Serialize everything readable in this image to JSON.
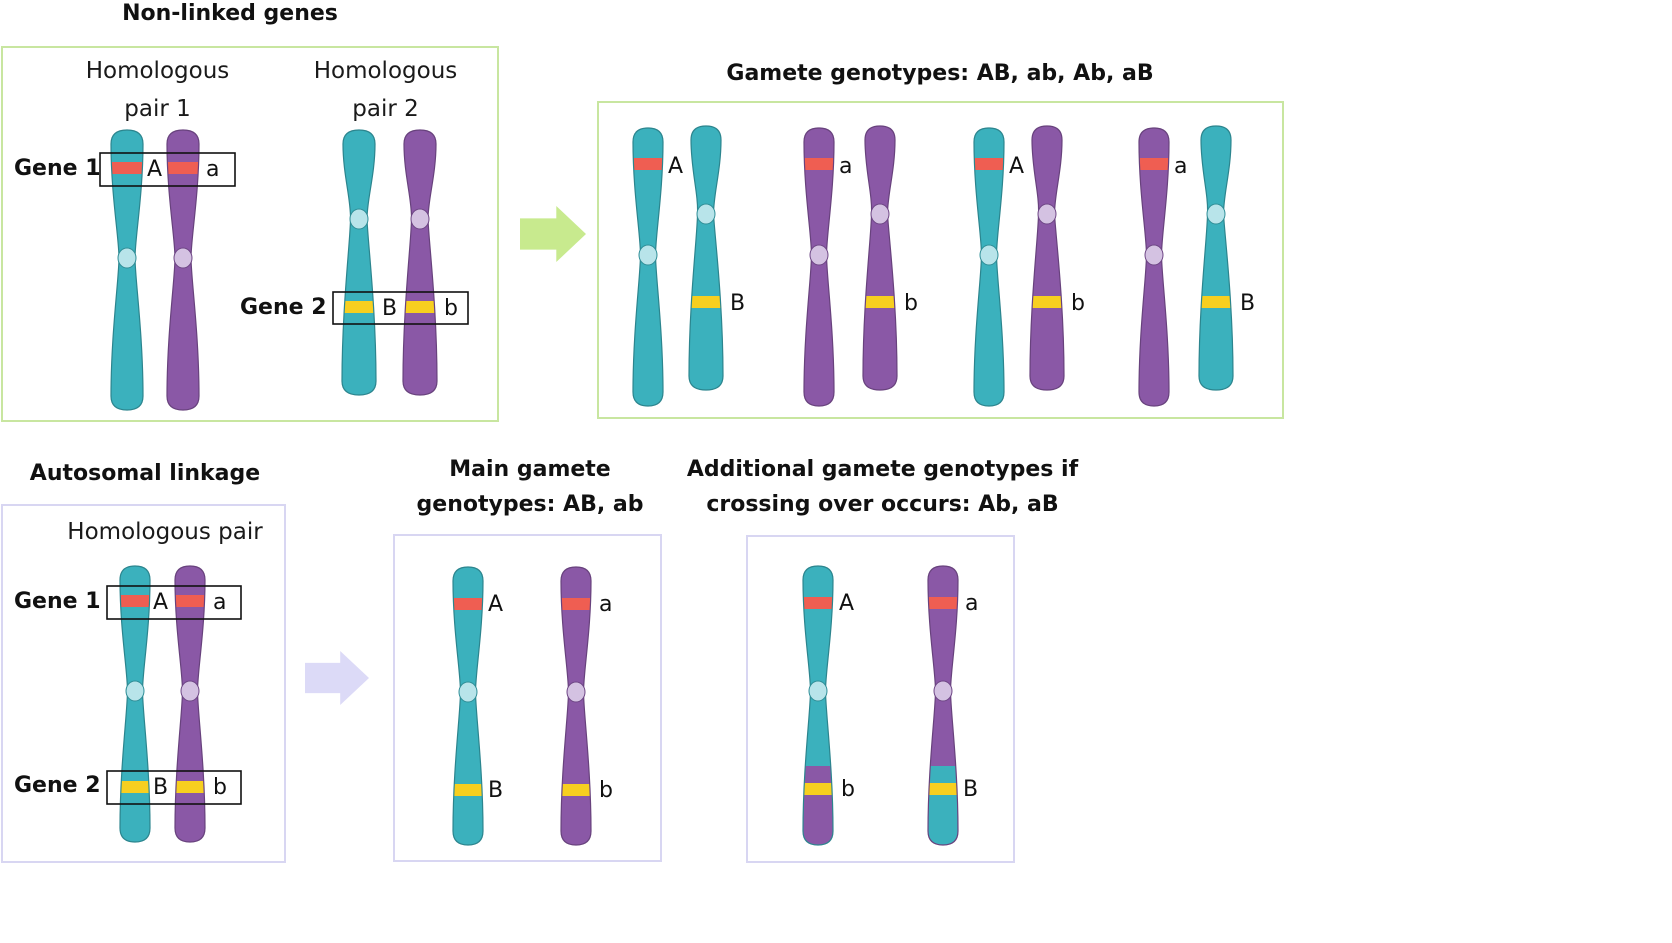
{
  "colors": {
    "teal": "#3bb1bd",
    "purple": "#8a58a6",
    "gene1_band": "#ef5e52",
    "gene2_band": "#f7cf20",
    "green_border": "#c8e6a0",
    "lavender_border": "#d8d6f2",
    "green_arrow": "#c8ea8e",
    "lavender_arrow": "#dcdaf7"
  },
  "nonlinked": {
    "title": "Non-linked genes",
    "pair1_label": "Homologous pair 1",
    "pair2_label": "Homologous pair 2",
    "gene1_label": "Gene 1",
    "gene2_label": "Gene 2",
    "pair1_alleles": [
      "A",
      "a"
    ],
    "pair2_alleles": [
      "B",
      "b"
    ]
  },
  "gametes": {
    "title": "Gamete genotypes: AB, ab, Ab, aB",
    "combinations": [
      {
        "gene1": "A",
        "gene2": "B"
      },
      {
        "gene1": "a",
        "gene2": "b"
      },
      {
        "gene1": "A",
        "gene2": "b"
      },
      {
        "gene1": "a",
        "gene2": "B"
      }
    ]
  },
  "linkage": {
    "title": "Autosomal linkage",
    "pair_label": "Homologous pair",
    "gene1_label": "Gene 1",
    "gene2_label": "Gene 2",
    "alleles_left": [
      "A",
      "B"
    ],
    "alleles_right": [
      "a",
      "b"
    ]
  },
  "main_gametes": {
    "title_line1": "Main gamete",
    "title_line2": "genotypes: AB, ab",
    "chromosomes": [
      {
        "top": "A",
        "bottom": "B"
      },
      {
        "top": "a",
        "bottom": "b"
      }
    ]
  },
  "crossover": {
    "title_line1": "Additional gamete genotypes if",
    "title_line2": "crossing over occurs: Ab, aB",
    "chromosomes": [
      {
        "top": "A",
        "bottom": "b"
      },
      {
        "top": "a",
        "bottom": "B"
      }
    ]
  }
}
